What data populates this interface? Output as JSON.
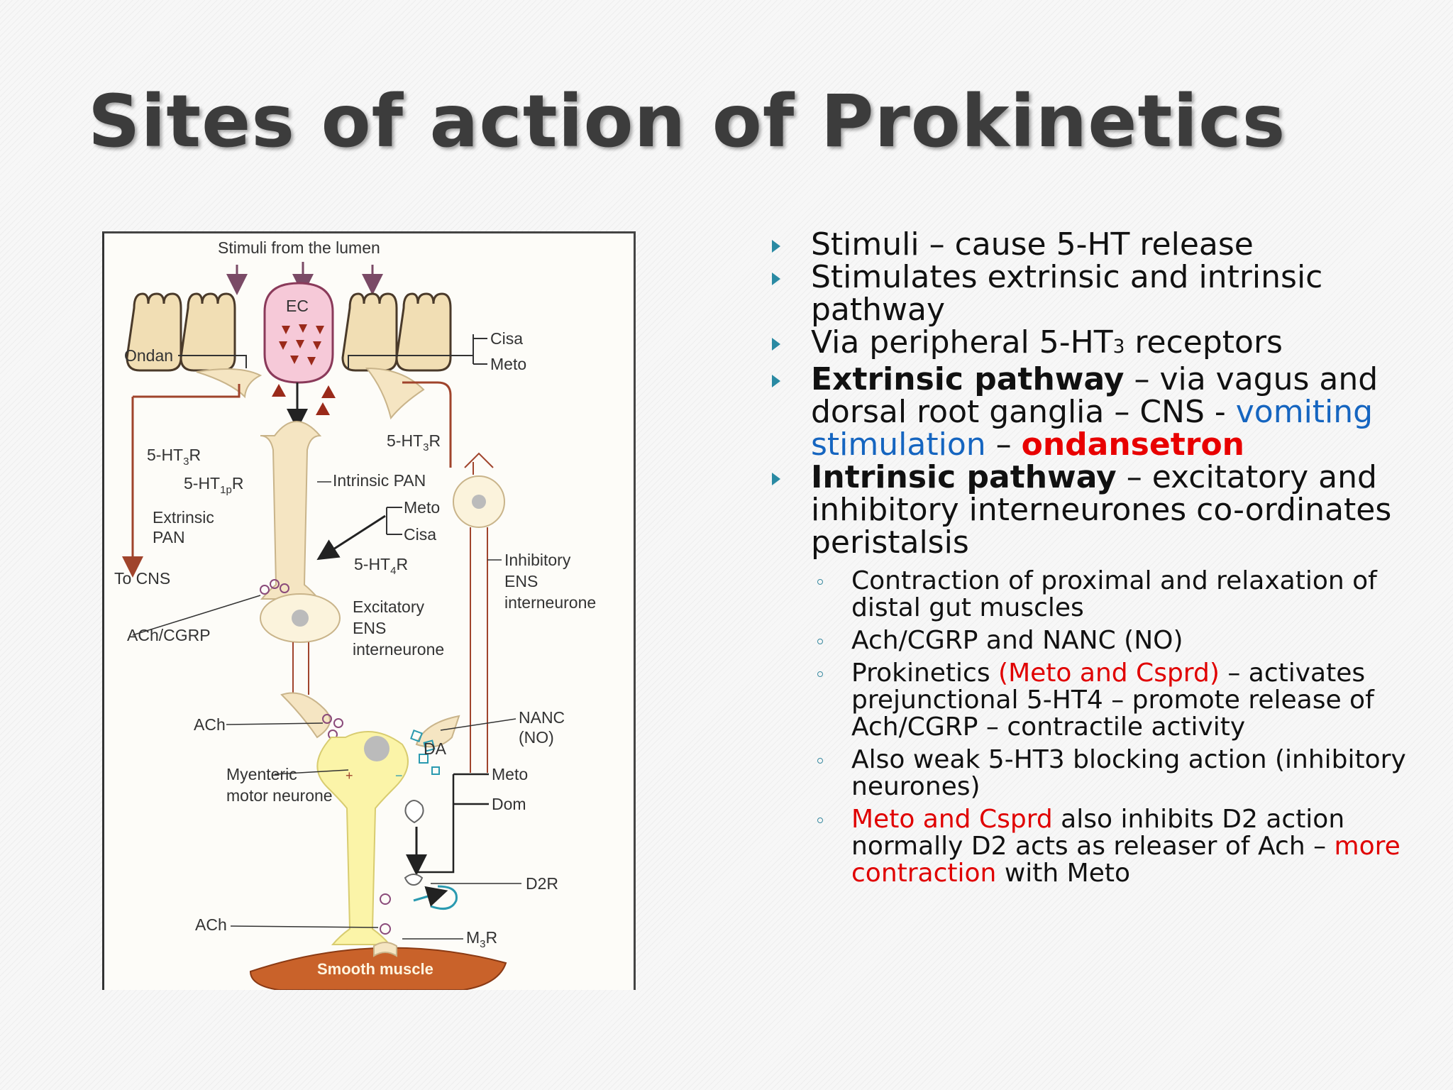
{
  "slide": {
    "title": "Sites of action of Prokinetics"
  },
  "figure": {
    "labels": {
      "stimuli": "Stimuli from the lumen",
      "ec": "EC",
      "cisa_top": "Cisa",
      "meto_top": "Meto",
      "ondan": "Ondan",
      "ht3r_left_a": "5-HT",
      "ht3r_left_b": "3",
      "ht3r_left_c": "R",
      "ht3r_right_a": "5-HT",
      "ht3r_right_b": "3",
      "ht3r_right_c": "R",
      "ht1pr_a": "5-HT",
      "ht1pr_b": "1p",
      "ht1pr_c": "R",
      "intrinsic_pan": "Intrinsic PAN",
      "extrinsic": "Extrinsic",
      "pan": "PAN",
      "meto_mid": "Meto",
      "cisa_mid": "Cisa",
      "ht4r_a": "5-HT",
      "ht4r_b": "4",
      "ht4r_c": "R",
      "to_cns": "To CNS",
      "inhibitory": "Inhibitory",
      "ens_right": "ENS",
      "interneurone_right": "interneurone",
      "ach_cgrp": "ACh/CGRP",
      "excitatory": "Excitatory",
      "ens_mid": "ENS",
      "interneurone_mid": "interneurone",
      "ach_mid": "ACh",
      "nanc": "NANC",
      "no": "(NO)",
      "da": "DA",
      "myenteric": "Myenteric",
      "motor_neurone": "motor neurone",
      "meto_low": "Meto",
      "dom": "Dom",
      "d2r": "D2R",
      "ach_low": "ACh",
      "m3r_a": "M",
      "m3r_b": "3",
      "m3r_c": "R",
      "smooth_muscle": "Smooth muscle"
    }
  },
  "bullets": [
    {
      "parts": [
        {
          "text": "Stimuli – cause 5-HT release"
        }
      ]
    },
    {
      "parts": [
        {
          "text": "Stimulates extrinsic and intrinsic pathway"
        }
      ]
    },
    {
      "parts": [
        {
          "text": "Via peripheral 5-HT"
        },
        {
          "text": "3",
          "small": true
        },
        {
          "text": " receptors"
        }
      ]
    },
    {
      "parts": [
        {
          "text": "Extrinsic pathway",
          "style": "bold"
        },
        {
          "text": "  – via vagus and dorsal root ganglia – CNS - "
        },
        {
          "text": "vomiting stimulation",
          "style": "blue"
        },
        {
          "text": " – "
        },
        {
          "text": "ondansetron",
          "style": "boldred"
        }
      ]
    },
    {
      "parts": [
        {
          "text": "Intrinsic pathway",
          "style": "bold"
        },
        {
          "text": " – excitatory and inhibitory interneurones co-ordinates peristalsis"
        }
      ],
      "subitems": [
        {
          "parts": [
            {
              "text": "Contraction of proximal and relaxation of distal gut muscles"
            }
          ]
        },
        {
          "parts": [
            {
              "text": "Ach/CGRP and NANC (NO)"
            }
          ]
        },
        {
          "parts": [
            {
              "text": "Prokinetics "
            },
            {
              "text": "(Meto and Csprd)",
              "style": "red"
            },
            {
              "text": " – activates prejunctional 5-HT4 – promote release of Ach/CGRP – contractile activity"
            }
          ]
        },
        {
          "parts": [
            {
              "text": "Also weak 5-HT3 blocking action (inhibitory neurones)"
            }
          ]
        },
        {
          "parts": [
            {
              "text": "Meto and Csprd",
              "style": "red"
            },
            {
              "text": " also inhibits D2 action normally D2 acts as releaser of Ach – "
            },
            {
              "text": "more contraction",
              "style": "red"
            },
            {
              "text": " with Meto"
            }
          ]
        }
      ]
    }
  ]
}
